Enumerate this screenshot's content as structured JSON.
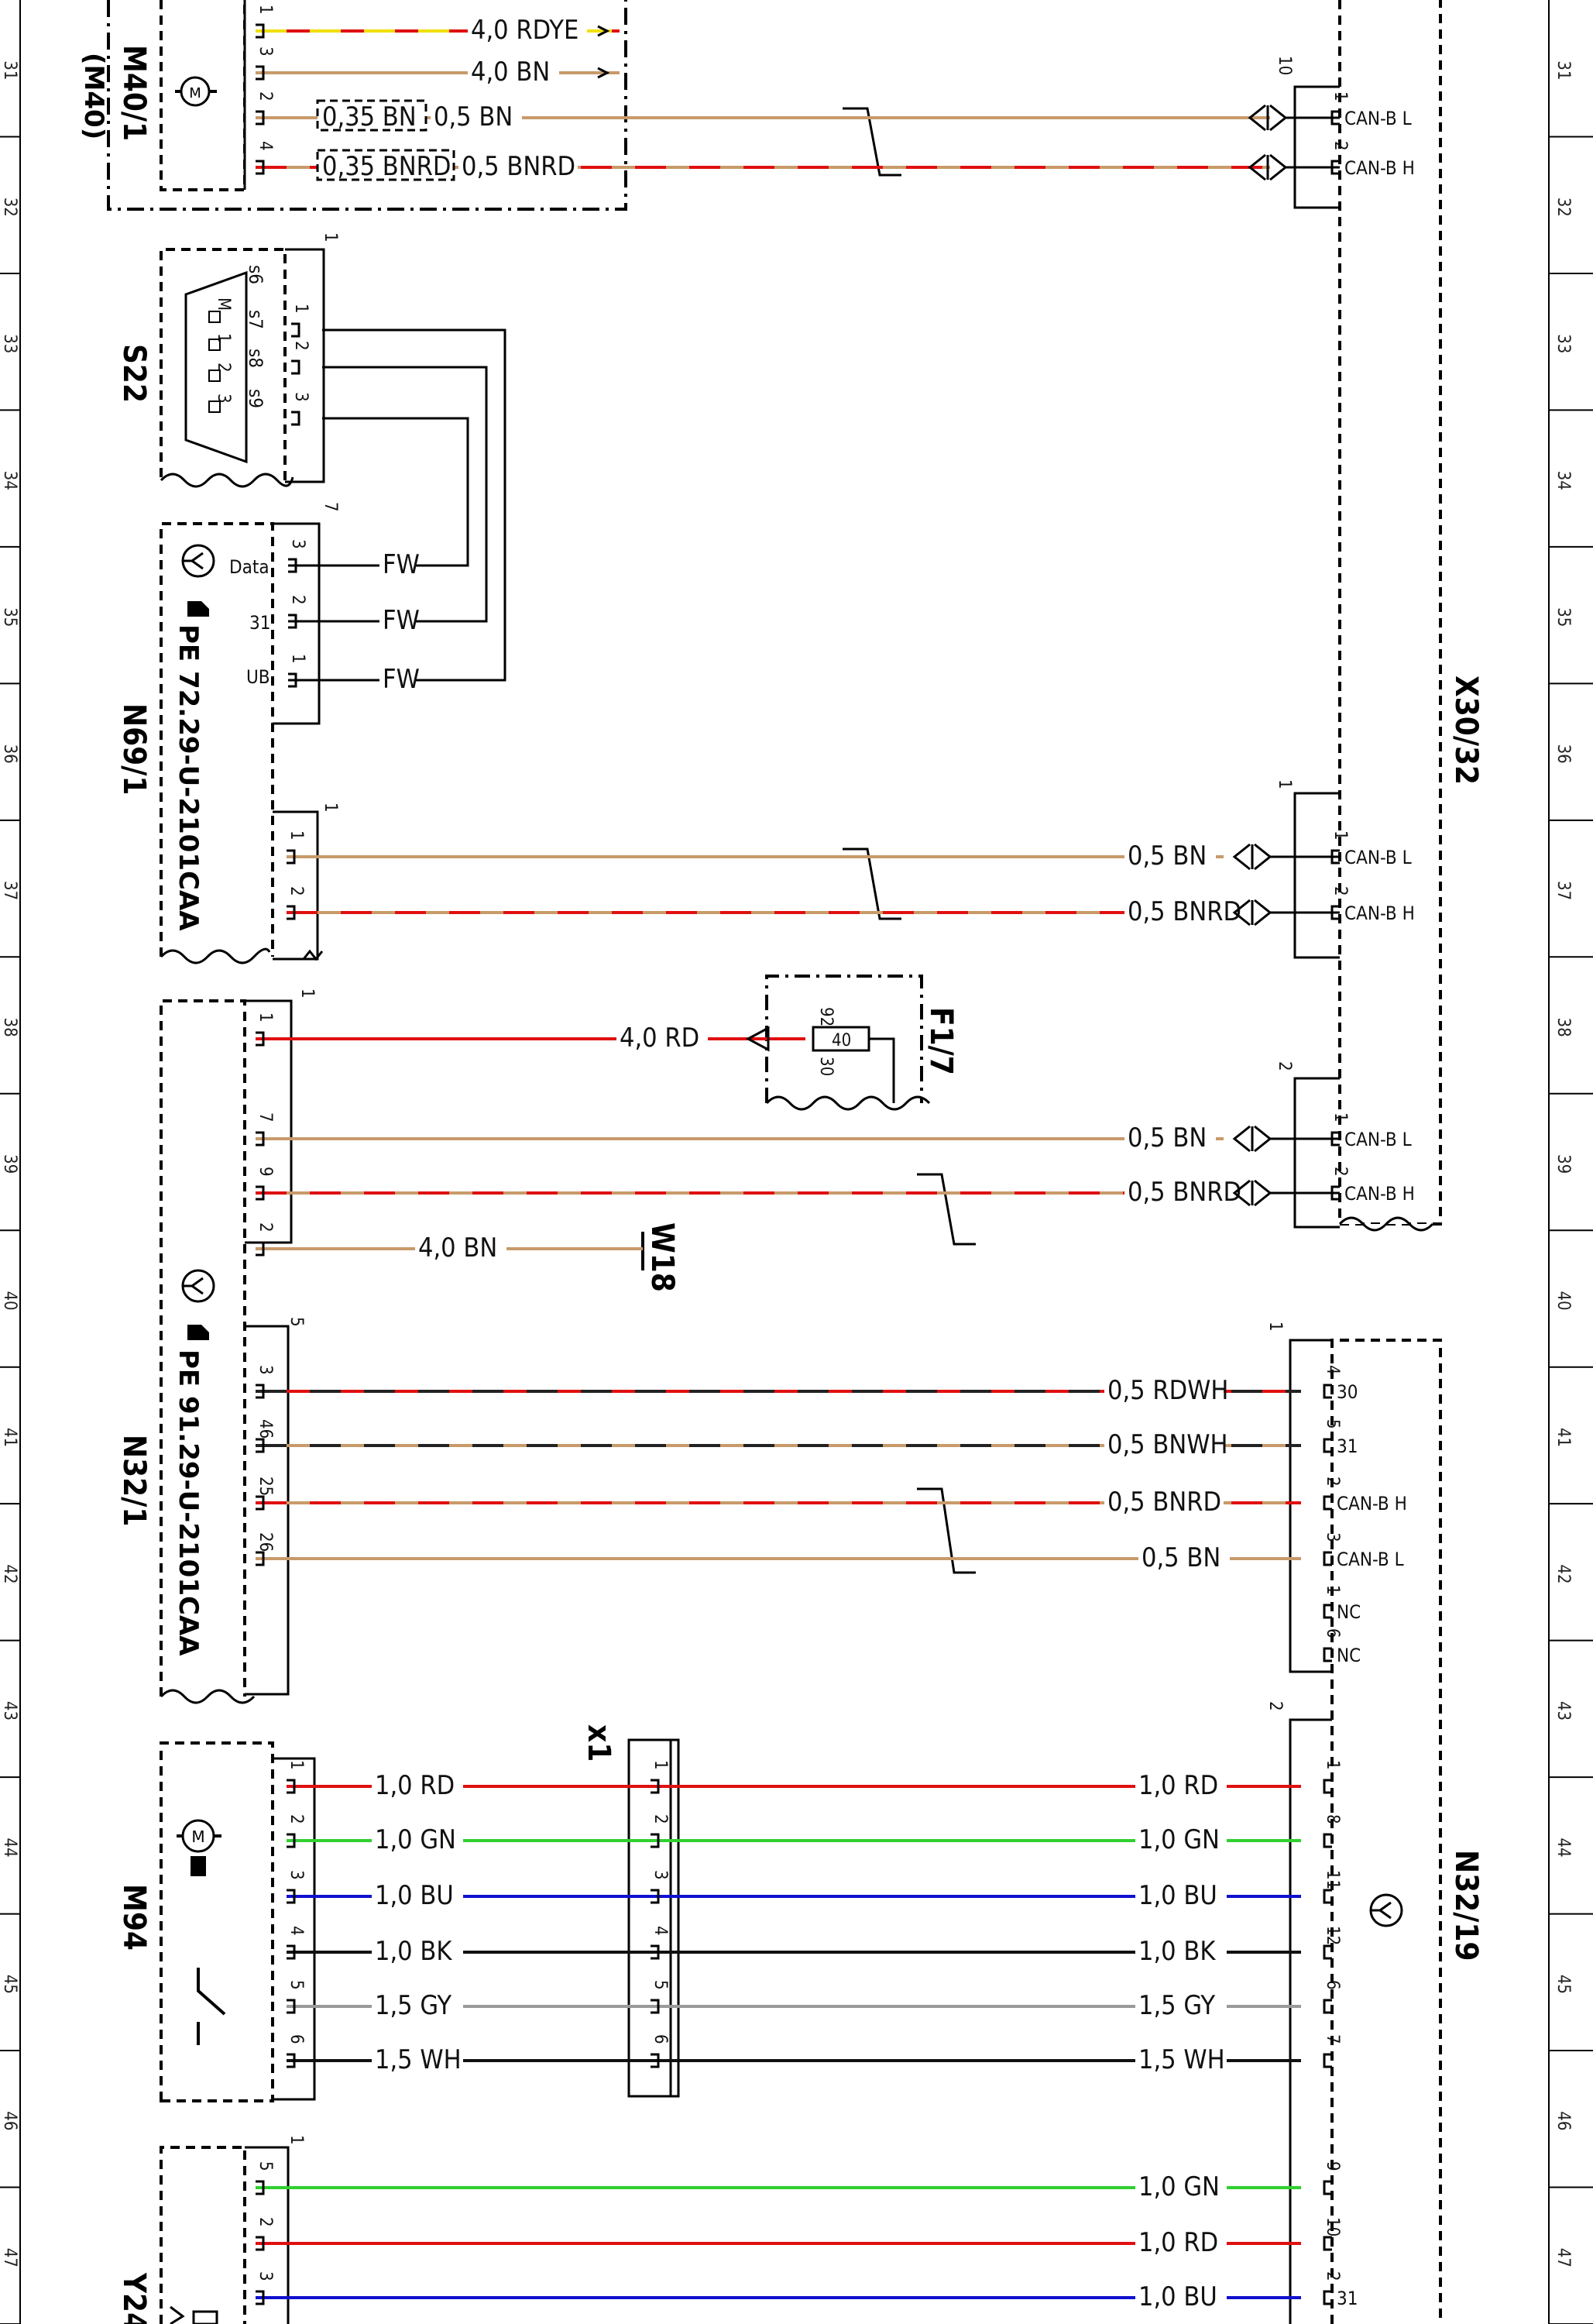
{
  "grid": [
    "31",
    "32",
    "33",
    "34",
    "35",
    "36",
    "37",
    "38",
    "39",
    "40",
    "41",
    "42",
    "43",
    "44",
    "45",
    "46",
    "47"
  ],
  "components": {
    "m40_1": {
      "id": "M40/1",
      "sub": "(M40)"
    },
    "s22": {
      "id": "S22",
      "pins": [
        "s6",
        "s7",
        "s8",
        "s9"
      ],
      "face": [
        "M",
        "1",
        "2",
        "3"
      ]
    },
    "n69_1": {
      "id": "N69/1",
      "pe": "PE 72.29-U-2101CAA",
      "pins": [
        "Data",
        "31",
        "UB"
      ]
    },
    "n32_1": {
      "id": "N32/1",
      "pe": "PE 91.29-U-2101CAA"
    },
    "f1_7": {
      "id": "F1/7",
      "fuse": "40",
      "p1": "92",
      "p2": "30"
    },
    "m94": {
      "id": "M94"
    },
    "x1": {
      "id": "x1"
    },
    "x30_32": {
      "id": "X30/32"
    },
    "n32_19": {
      "id": "N32/19"
    },
    "y24": {
      "id": "Y24"
    },
    "w18": {
      "id": "W18"
    }
  },
  "wires": [
    {
      "id": "w1",
      "label": "4,0 RDYE",
      "color": "#e01010",
      "stripe": "#f0e000",
      "pin": "1"
    },
    {
      "id": "w2",
      "label": "4,0 BN",
      "color": "#c89a6a",
      "pin": "3"
    },
    {
      "id": "w3",
      "label_a": "0,35 BN",
      "label": "0,5 BN",
      "color": "#c89a6a",
      "pin": "2",
      "dpin": "1",
      "dlabel": "CAN-B L"
    },
    {
      "id": "w4",
      "label_a": "0,35 BNRD",
      "label": "0,5 BNRD",
      "color": "#c89a6a",
      "stripe": "#e01010",
      "pin": "4",
      "dpin": "2",
      "dlabel": "CAN-B H"
    },
    {
      "id": "w5",
      "label": "FW",
      "pin": "3"
    },
    {
      "id": "w6",
      "label": "FW",
      "pin": "2"
    },
    {
      "id": "w7",
      "label": "FW",
      "pin": "1"
    },
    {
      "id": "w8",
      "label": "0,5 BN",
      "color": "#c89a6a",
      "pin": "1",
      "dpin": "1",
      "dlabel": "CAN-B L"
    },
    {
      "id": "w9",
      "label": "0,5 BNRD",
      "color": "#c89a6a",
      "stripe": "#e01010",
      "pin": "2",
      "dpin": "2",
      "dlabel": "CAN-B H"
    },
    {
      "id": "w10",
      "label": "4,0 RD",
      "color": "#e01010",
      "pin": "1"
    },
    {
      "id": "w11",
      "label": "0,5 BN",
      "color": "#c89a6a",
      "pin": "7",
      "dpin": "1",
      "dlabel": "CAN-B L"
    },
    {
      "id": "w12",
      "label": "0,5 BNRD",
      "color": "#c89a6a",
      "stripe": "#e01010",
      "pin": "9",
      "dpin": "2",
      "dlabel": "CAN-B H"
    },
    {
      "id": "w13",
      "label": "4,0 BN",
      "color": "#c89a6a",
      "pin": "2"
    },
    {
      "id": "w14",
      "label": "0,5 RDWH",
      "color": "#e01010",
      "stripe": "#222222",
      "pin": "3",
      "dpin": "4",
      "dlabel": "30"
    },
    {
      "id": "w15",
      "label": "0,5 BNWH",
      "color": "#c89a6a",
      "stripe": "#222222",
      "pin": "46",
      "dpin": "5",
      "dlabel": "31"
    },
    {
      "id": "w16",
      "label": "0,5 BNRD",
      "color": "#c89a6a",
      "stripe": "#e01010",
      "pin": "25",
      "dpin": "2",
      "dlabel": "CAN-B H"
    },
    {
      "id": "w17",
      "label": "0,5 BN",
      "color": "#c89a6a",
      "pin": "26",
      "dpin": "3",
      "dlabel": "CAN-B L"
    },
    {
      "id": "w18",
      "label": "1,0 RD",
      "color": "#e01010",
      "pin": "1",
      "xpin": "1",
      "dpin": "1"
    },
    {
      "id": "w19",
      "label": "1,0 GN",
      "color": "#30d030",
      "pin": "2",
      "xpin": "2",
      "dpin": "8"
    },
    {
      "id": "w20",
      "label": "1,0 BU",
      "color": "#1010d0",
      "pin": "3",
      "xpin": "3",
      "dpin": "11"
    },
    {
      "id": "w21",
      "label": "1,0 BK",
      "color": "#111111",
      "pin": "4",
      "xpin": "4",
      "dpin": "12"
    },
    {
      "id": "w22",
      "label": "1,5 GY",
      "color": "#9a9a9a",
      "pin": "5",
      "xpin": "5",
      "dpin": "6"
    },
    {
      "id": "w23",
      "label": "1,5 WH",
      "color": "#111111",
      "pin": "6",
      "xpin": "6",
      "dpin": "7"
    },
    {
      "id": "w24",
      "label": "1,0 GN",
      "color": "#30d030",
      "pin": "5",
      "dpin": "9"
    },
    {
      "id": "w25",
      "label": "1,0 RD",
      "color": "#e01010",
      "pin": "2",
      "dpin": "10"
    },
    {
      "id": "w26",
      "label": "1,0 BU",
      "color": "#1010d0",
      "pin": "3",
      "dpin": "2",
      "dlabel": "31"
    }
  ],
  "nc": [
    {
      "pin": "1",
      "label": "NC"
    },
    {
      "pin": "6",
      "label": "NC"
    }
  ],
  "connectors": {
    "c10": "10",
    "c1": "1",
    "c7": "7",
    "c1b": "1",
    "c1c": "1",
    "c2": "2",
    "c5": "5",
    "c1d": "1",
    "c2b": "2",
    "c1e": "1",
    "c1f": "1"
  }
}
